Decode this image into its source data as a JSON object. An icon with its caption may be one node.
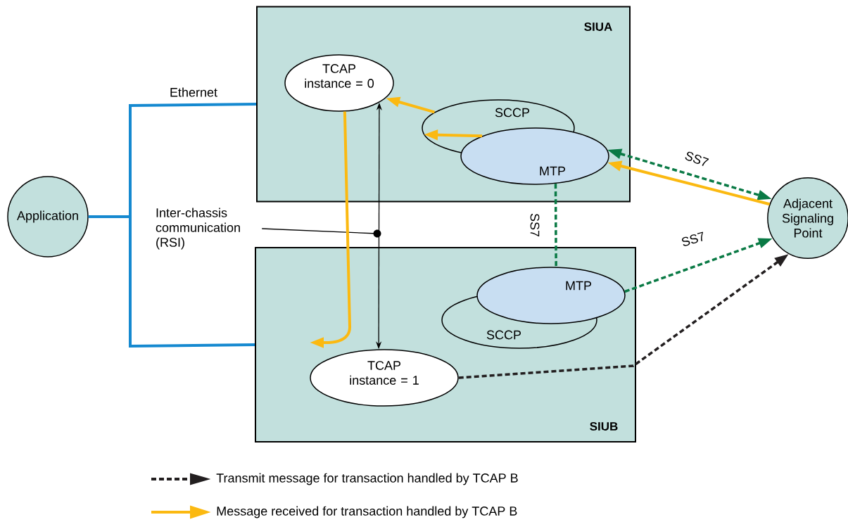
{
  "diagram": {
    "nodes": [
      {
        "text": [
          "Application"
        ]
      },
      {
        "text": [
          "SIUA"
        ]
      },
      {
        "text": [
          "TCAP instance = 0"
        ],
        "in": 1
      },
      {
        "text": [
          "SCCP"
        ],
        "in": 1
      },
      {
        "text": [
          "MTP"
        ],
        "in": 1
      },
      {
        "text": [
          "SIUB"
        ]
      },
      {
        "text": [
          "MTP"
        ],
        "in": 5
      },
      {
        "text": [
          "SCCP"
        ],
        "in": 5
      },
      {
        "text": [
          "TCAP instance = 1"
        ],
        "in": 5
      },
      {
        "text": [
          "Adjacent Signaling Point"
        ]
      },
      {
        "text": [
          "Inter-chassis communication (RSI)"
        ]
      },
      {
        "text": [],
        "shape": "circle"
      }
    ],
    "edges": [
      {
        "from": 0,
        "to": 1,
        "arrow": "none",
        "label": "Ethernet",
        "color": "#1589d0"
      },
      {
        "from": 0,
        "to": 5,
        "arrow": "none",
        "color": "#1589d0"
      },
      {
        "from": 2,
        "to": 8,
        "arrow": "both",
        "color": "#000000"
      },
      {
        "from": 10,
        "to": 11,
        "arrow": "none",
        "color": "#000000"
      },
      {
        "from": 4,
        "to": 9,
        "arrow": "both",
        "label": "SS7",
        "style": "dashed",
        "color": "#0a7a45"
      },
      {
        "from": 4,
        "to": 6,
        "arrow": "none",
        "label": "SS7",
        "style": "dashed",
        "color": "#0a7a45"
      },
      {
        "from": 6,
        "to": 9,
        "arrow": "to",
        "label": "SS7",
        "style": "dashed",
        "color": "#0a7a45"
      },
      {
        "from": 9,
        "to": 4,
        "arrow": "to",
        "color": "#fbb911"
      },
      {
        "from": 4,
        "to": 3,
        "arrow": "to",
        "color": "#fbb911"
      },
      {
        "from": 3,
        "to": 2,
        "arrow": "to",
        "color": "#fbb911"
      },
      {
        "from": 2,
        "to": null,
        "arrow": "to",
        "color": "#fbb911"
      },
      {
        "from": 8,
        "to": 9,
        "arrow": "to",
        "style": "dashed",
        "color": "#231f20"
      }
    ],
    "legend": [
      {
        "text": "Transmit message for transaction handled by TCAP B"
      },
      {
        "text": "Message received for transaction handled by TCAP B"
      }
    ]
  }
}
